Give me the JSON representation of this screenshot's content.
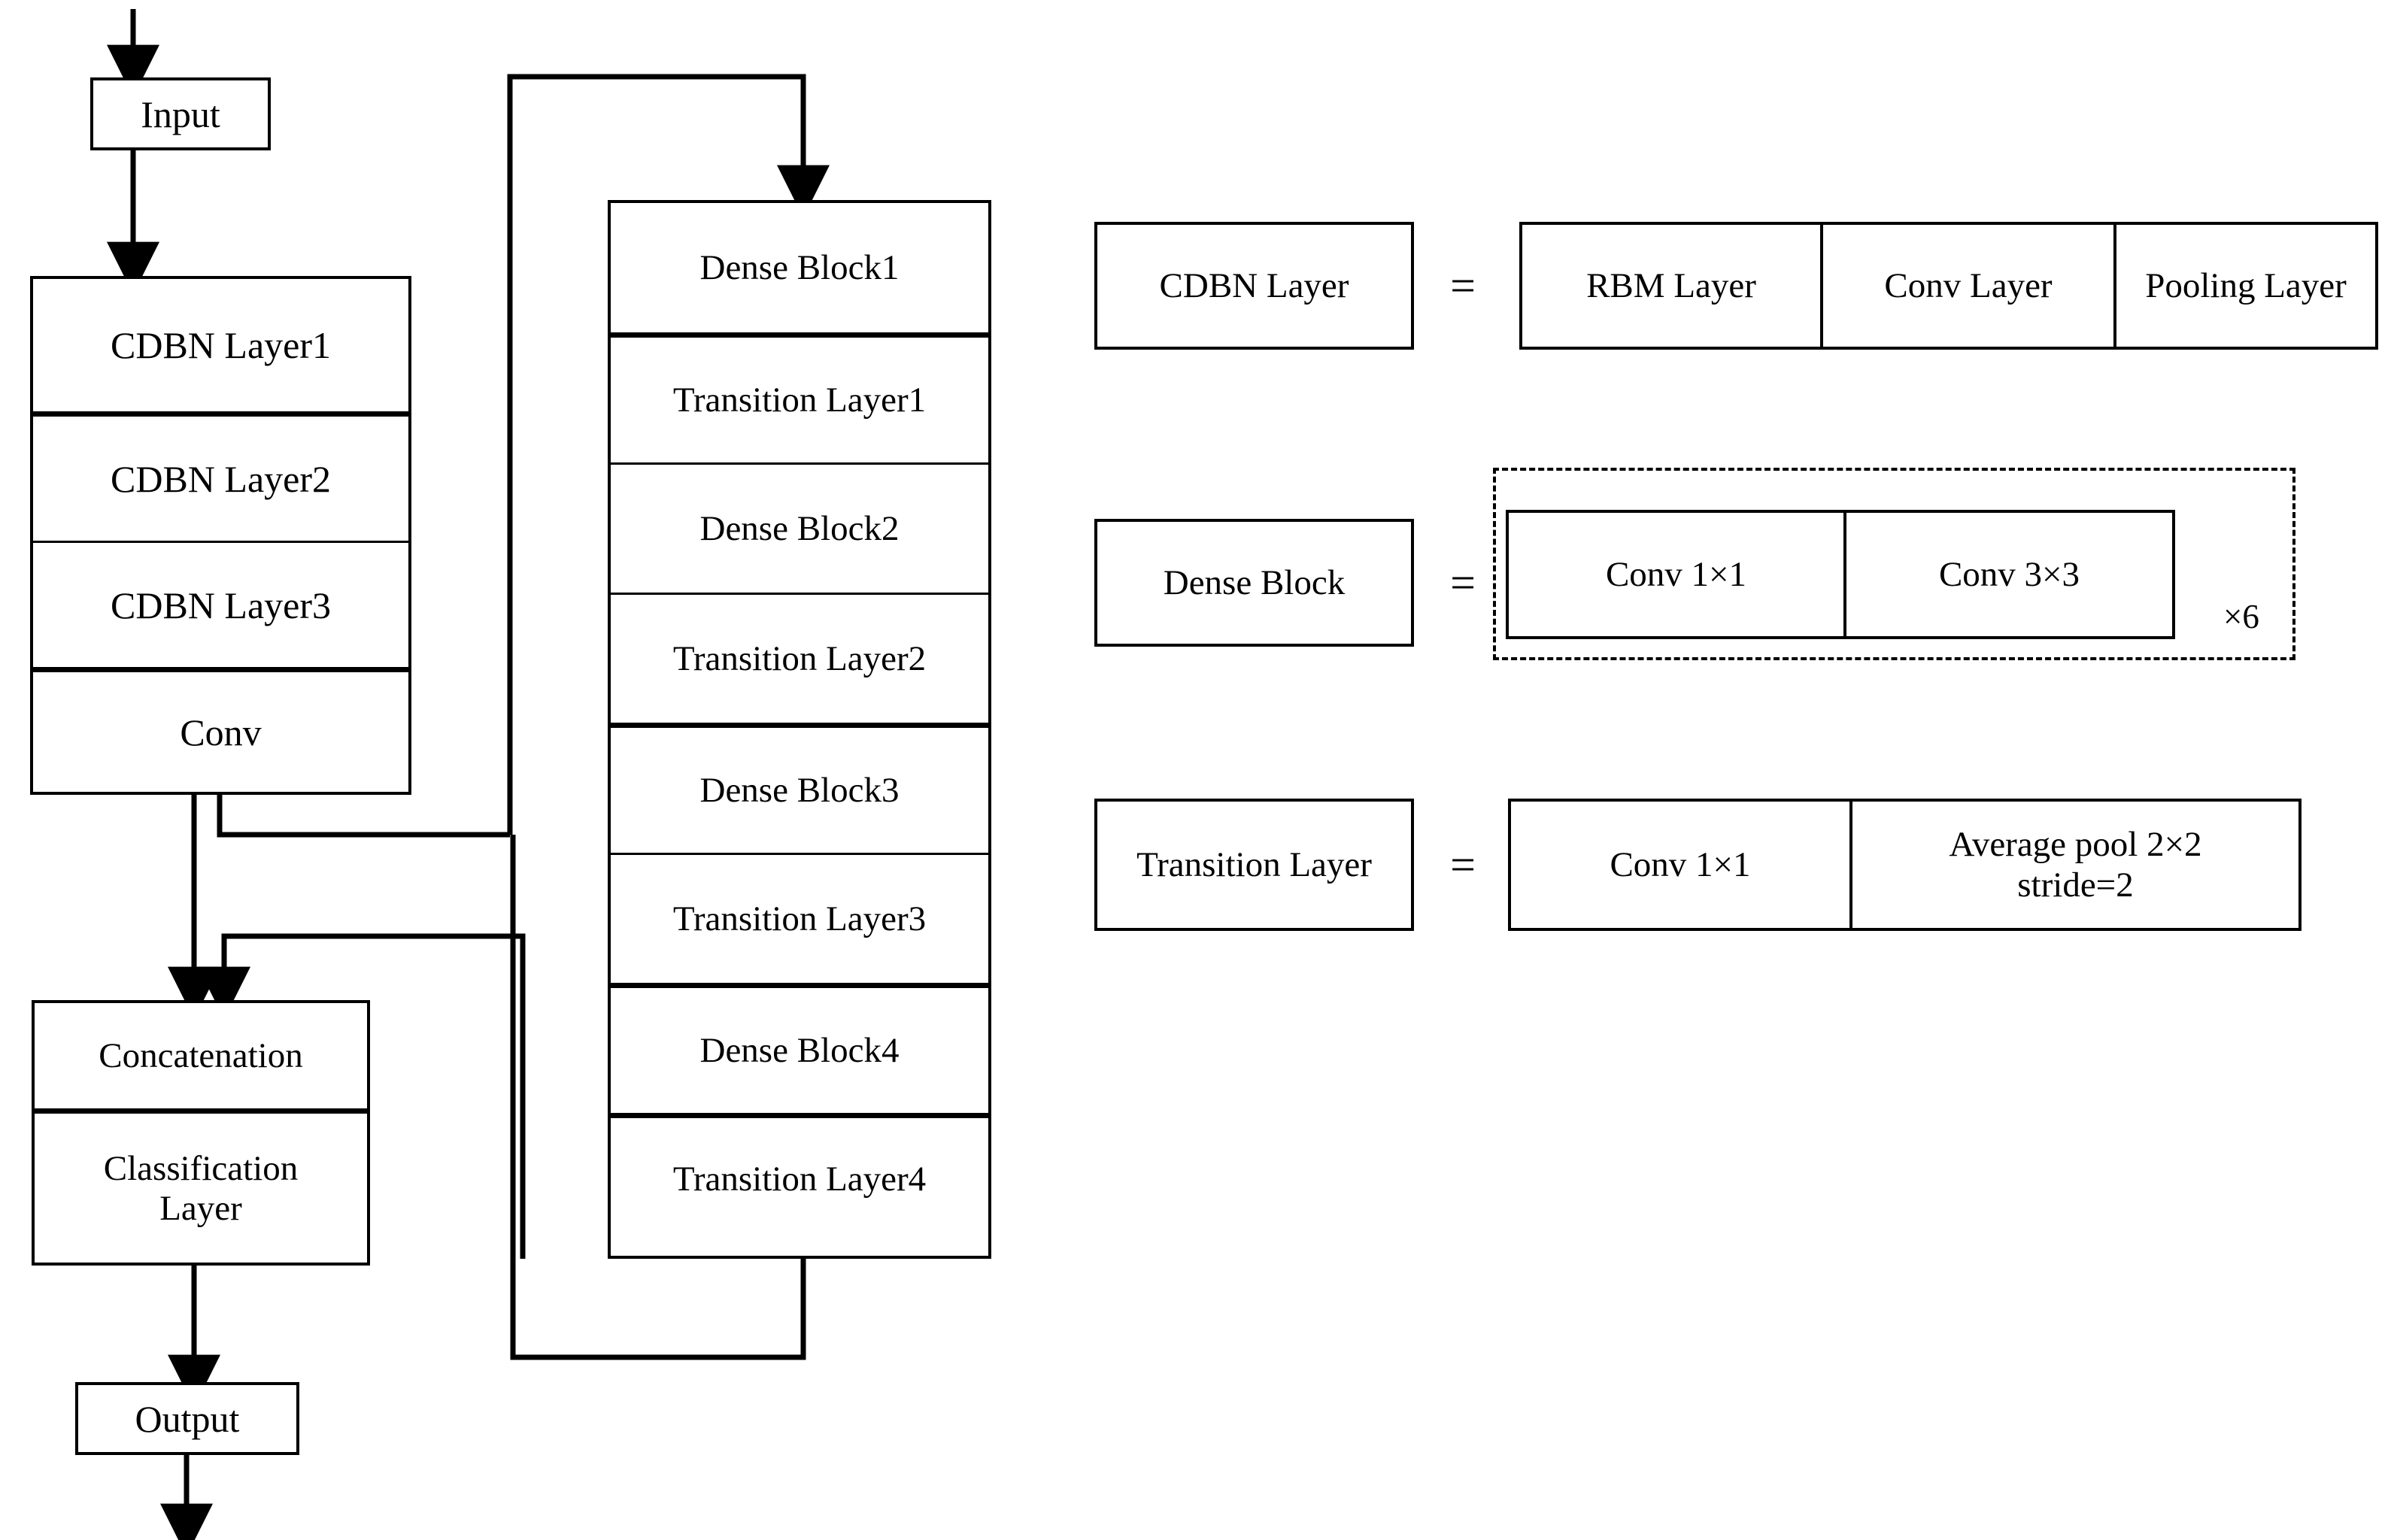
{
  "figure": {
    "type": "architecture-block-diagram",
    "description": "CDBN + DenseNet hybrid network architecture block diagram with legend"
  },
  "flow": {
    "input_box": "Input",
    "output_box": "Output",
    "cdbn_stack": [
      "CDBN Layer1",
      "CDBN Layer2",
      "CDBN Layer3",
      "Conv"
    ],
    "dense_stack": [
      "Dense Block1",
      "Transition Layer1",
      "Dense Block2",
      "Transition Layer2",
      "Dense Block3",
      "Transition Layer3",
      "Dense Block4",
      "Transition Layer4"
    ],
    "tail_stack": [
      "Concatenation",
      "Classification\nLayer"
    ]
  },
  "legend": {
    "equals_sign": "=",
    "rows": [
      {
        "left_label": "CDBN Layer",
        "right_segments": [
          "RBM Layer",
          "Conv Layer",
          "Pooling Layer"
        ],
        "dashed": false,
        "multiplier": ""
      },
      {
        "left_label": "Dense Block",
        "right_segments": [
          "Conv 1×1",
          "Conv 3×3"
        ],
        "dashed": true,
        "multiplier": "×6"
      },
      {
        "left_label": "Transition Layer",
        "right_segments": [
          "Conv 1×1",
          "Average pool 2×2\nstride=2"
        ],
        "dashed": false,
        "multiplier": ""
      }
    ]
  },
  "colors": {
    "stroke": "#000000",
    "background": "#ffffff"
  }
}
